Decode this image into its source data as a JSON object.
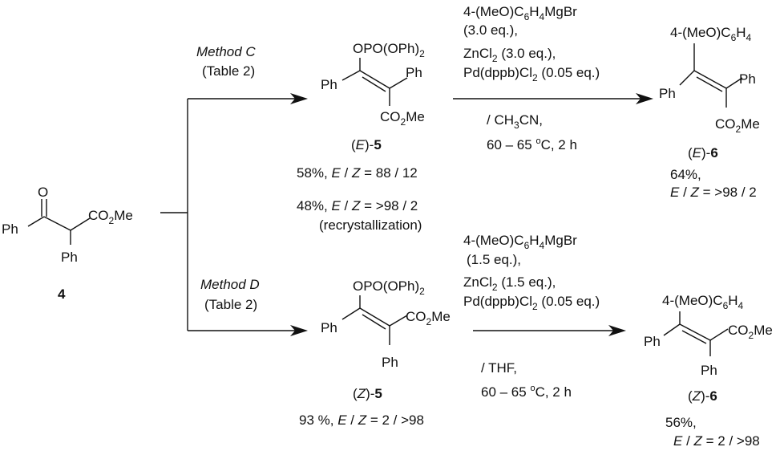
{
  "compound4": {
    "ketone_o": "O",
    "ester": [
      "CO",
      "2",
      "Me"
    ],
    "ph_left": "Ph",
    "ph_bottom": "Ph",
    "label": "4"
  },
  "methodC": {
    "name": "Method C",
    "ref": "(Table 2)"
  },
  "methodD": {
    "name": "Method D",
    "ref": "(Table 2)"
  },
  "E5": {
    "phosphate": [
      "OPO(OPh)",
      "2"
    ],
    "ph_left": "Ph",
    "ph_right": "Ph",
    "ester": [
      "CO",
      "2",
      "Me"
    ],
    "label_pre": "(",
    "label_it": "E",
    "label_mid": ")-",
    "label_num": "5",
    "yield1_pre": "58%, ",
    "yield1_e": "E",
    "yield1_sep": " / ",
    "yield1_z": "Z",
    "yield1_val": " = 88 / 12",
    "yield2_pre": "48%, ",
    "yield2_e": "E",
    "yield2_sep": " / ",
    "yield2_z": "Z",
    "yield2_val": " = >98 / 2",
    "yield2_note": "(recrystallization)"
  },
  "Z5": {
    "phosphate": [
      "OPO(OPh)",
      "2"
    ],
    "ph_left": "Ph",
    "ph_bottom": "Ph",
    "ester": [
      "CO",
      "2",
      "Me"
    ],
    "label_pre": "(",
    "label_it": "Z",
    "label_mid": ")-",
    "label_num": "5",
    "yield_pre": "93 %, ",
    "yield_e": "E",
    "yield_sep": " / ",
    "yield_z": "Z",
    "yield_val": " = 2 / >98"
  },
  "condTop": {
    "l1": [
      "4-(MeO)C",
      "6",
      "H",
      "4",
      "MgBr"
    ],
    "l2": "(3.0 eq.),",
    "l3": [
      "ZnCl",
      "2",
      " (3.0 eq.),"
    ],
    "l4": "Pd(dppb)Cl",
    "l4b": "2",
    "l4c": " (0.05 eq.)",
    "l5": [
      "/ CH",
      "3",
      "CN,"
    ],
    "l6": [
      "60 – 65 ",
      "o",
      "C, 2 h"
    ]
  },
  "condBot": {
    "l1": [
      "4-(MeO)C",
      "6",
      "H",
      "4",
      "MgBr"
    ],
    "l2": "(1.5 eq.),",
    "l3": [
      "ZnCl",
      "2",
      " (1.5 eq.),"
    ],
    "l4": "Pd(dppb)Cl",
    "l4b": "2",
    "l4c": " (0.05 eq.)",
    "l5": "/ THF,",
    "l6": [
      "60 – 65 ",
      "o",
      "C, 2 h"
    ]
  },
  "E6": {
    "aryl": [
      "4-(MeO)C",
      "6",
      "H",
      "4"
    ],
    "ph_left": "Ph",
    "ph_right": "Ph",
    "ester": [
      "CO",
      "2",
      "Me"
    ],
    "label_pre": "(",
    "label_it": "E",
    "label_mid": ")-",
    "label_num": "6",
    "yield_pct": "64%,",
    "yield_e": "E",
    "yield_sep": " / ",
    "yield_z": "Z",
    "yield_val": " = >98 / 2"
  },
  "Z6": {
    "aryl": [
      "4-(MeO)C",
      "6",
      "H",
      "4"
    ],
    "ph_left": "Ph",
    "ph_bottom": "Ph",
    "ester": [
      "CO",
      "2",
      "Me"
    ],
    "label_pre": "(",
    "label_it": "Z",
    "label_mid": ")-",
    "label_num": "6",
    "yield_pct": "56%,",
    "yield_e": "E",
    "yield_sep": " / ",
    "yield_z": "Z",
    "yield_val": " = 2 / >98"
  }
}
